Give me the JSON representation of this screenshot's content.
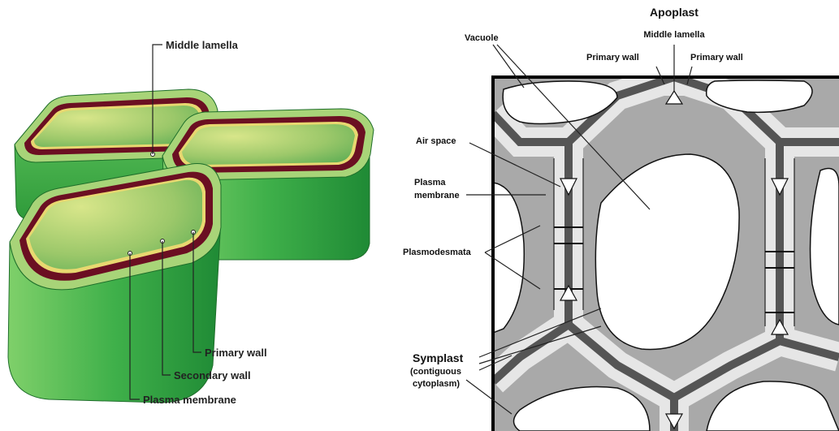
{
  "left_panel": {
    "labels": {
      "middle_lamella": "Middle lamella",
      "primary_wall": "Primary wall",
      "secondary_wall": "Secondary wall",
      "plasma_membrane": "Plasma membrane"
    }
  },
  "right_panel": {
    "labels": {
      "apoplast": "Apoplast",
      "middle_lamella": "Middle lamella",
      "primary_wall_left": "Primary wall",
      "primary_wall_right": "Primary wall",
      "vacuole": "Vacuole",
      "air_space": "Air space",
      "plasma_line1": "Plasma",
      "plasma_line2": "membrane",
      "plasmodesmata": "Plasmodesmata",
      "symplast": "Symplast",
      "symplast_sub1": "(contiguous",
      "symplast_sub2": "cytoplasm)"
    }
  },
  "colors": {
    "cell_green_dark": "#2e9a3a",
    "cell_green_light": "#8fd070",
    "secondary_wall": "#6b0f22",
    "primary_wall_band": "#e8d870",
    "cytoplasm_gray": "#a9a9a9",
    "wall_light": "#e6e6e6",
    "wall_dark": "#555555"
  }
}
